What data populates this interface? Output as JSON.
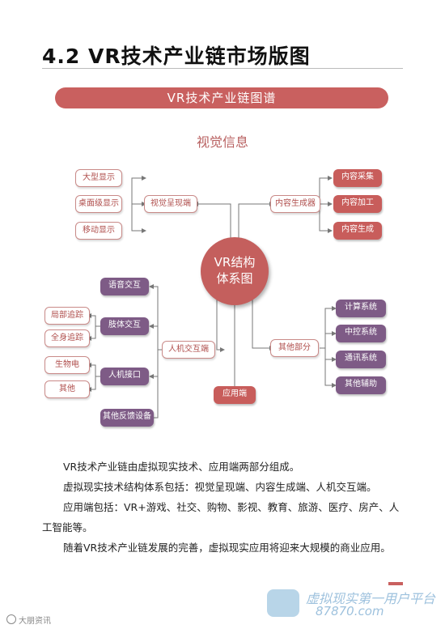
{
  "section_title": "4.2 VR技术产业链市场版图",
  "banner": "VR技术产业链图谱",
  "subtitle": "视觉信息",
  "center": {
    "line1": "VR结构",
    "line2": "体系图"
  },
  "nodes": {
    "visual_display": "视觉呈现端",
    "large_display": "大型显示",
    "desktop_display": "桌面级显示",
    "mobile_display": "移动显示",
    "content_gen": "内容生成器",
    "content_collect": "内容采集",
    "content_process": "内容加工",
    "content_create": "内容生成",
    "voice_interact": "语音交互",
    "local_track": "局部追踪",
    "full_track": "全身追踪",
    "limb_interact": "肢体交互",
    "hci_end": "人机交互端",
    "bio_electric": "生物电",
    "other_left": "其他",
    "hci_interface": "人机接口",
    "feedback_device": "其他反馈设备",
    "app_end": "应用端",
    "other_parts": "其他部分",
    "compute_sys": "计算系统",
    "control_sys": "中控系统",
    "comm_sys": "通讯系统",
    "other_aux": "其他辅助"
  },
  "paragraphs": [
    "VR技术产业链由虚拟现实技术、应用端两部分组成。",
    "虚拟现实技术结构体系包括：视觉呈现端、内容生成端、人机交互端。",
    "应用端包括：VR+游戏、社交、购物、影视、教育、旅游、医疗、房产、人工智能等。",
    "随着VR技术产业链发展的完善，虚拟现实应用将迎来大规模的商业应用。"
  ],
  "footer": {
    "left_text": "大朋资讯"
  },
  "watermark": {
    "text": "虚拟现实第一用户平台",
    "number": "87870.com"
  },
  "colors": {
    "accent": "#c9605f",
    "purple": "#7e5b86"
  }
}
